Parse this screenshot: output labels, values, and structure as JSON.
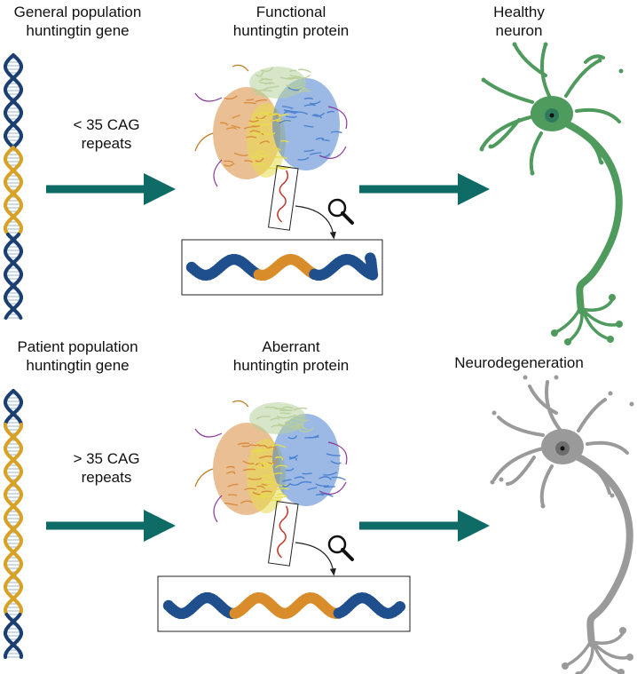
{
  "top": {
    "gene_label": [
      "General population",
      "huntingtin gene"
    ],
    "repeat_label": [
      "< 35 CAG",
      "repeats"
    ],
    "protein_label": [
      "Functional",
      "huntingtin protein"
    ],
    "neuron_label": [
      "Healthy",
      "neuron"
    ]
  },
  "bottom": {
    "gene_label": [
      "Patient population",
      "huntingtin gene"
    ],
    "repeat_label": [
      "> 35 CAG",
      "repeats"
    ],
    "protein_label": [
      "Aberrant",
      "huntingtin protein"
    ],
    "neuron_label": [
      "Neurodegeneration"
    ]
  },
  "colors": {
    "arrow": "#0f6b66",
    "dna_blue": "#1c3f73",
    "dna_gold": "#d8a227",
    "chain_blue": "#1f4f8c",
    "chain_orange": "#d98c2a",
    "neuron_healthy": "#4f9a5d",
    "neuron_degenerated": "#9a9a9a"
  },
  "icons": [
    "dna-helix-icon",
    "protein-structure-icon",
    "magnifier-icon",
    "neuron-icon"
  ]
}
